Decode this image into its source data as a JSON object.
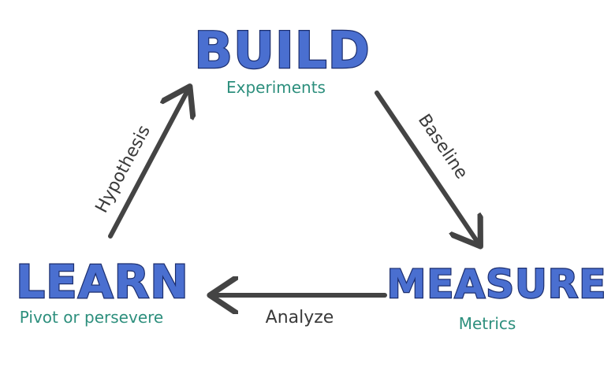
{
  "stages": {
    "build": {
      "title": "BUILD",
      "subtitle": "Experiments"
    },
    "measure": {
      "title": "MEASURE",
      "subtitle": "Metrics"
    },
    "learn": {
      "title": "LEARN",
      "subtitle": "Pivot or persevere"
    }
  },
  "edges": {
    "build_to_measure": "Baseline",
    "measure_to_learn": "Analyze",
    "learn_to_build": "Hypothesis"
  },
  "colors": {
    "title_fill": "#4a6fd0",
    "title_outline": "#1c2e6e",
    "subtitle": "#2d8f7d",
    "arrow": "#444444",
    "edge_label": "#3a3a3a",
    "background": "#ffffff"
  }
}
